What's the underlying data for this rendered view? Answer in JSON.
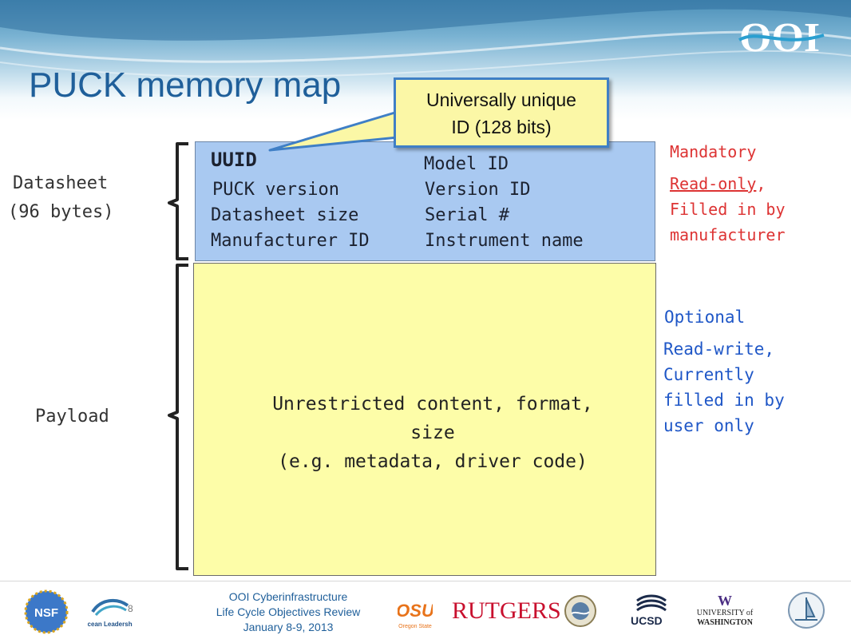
{
  "slide": {
    "title": "PUCK memory map"
  },
  "callout": {
    "line1": "Universally unique",
    "line2": "ID (128 bits)"
  },
  "datasheet": {
    "uuid": "UUID",
    "fields_left": [
      "PUCK version",
      "Datasheet size",
      "Manufacturer ID"
    ],
    "fields_right": [
      "Model ID",
      "Version ID",
      "Serial #",
      "Instrument name"
    ],
    "side_label_line1": "Datasheet",
    "side_label_line2": "(96 bytes)",
    "note_heading": "Mandatory",
    "note_readonly": "Read-only",
    "note_comma": ",",
    "note_line2": "Filled in by",
    "note_line3": "manufacturer"
  },
  "payload": {
    "line1": "Unrestricted content, format,",
    "line2": "size",
    "line3": "(e.g. metadata, driver code)",
    "side_label": "Payload",
    "note_heading": "Optional",
    "note_line1": "Read-write,",
    "note_line2": "Currently",
    "note_line3": "filled in by",
    "note_line4": "user only"
  },
  "footer": {
    "line1": "OOI Cyberinfrastructure",
    "line2": "Life Cycle Objectives Review",
    "line3": "January 8-9, 2013",
    "page_number": "8",
    "logos": {
      "nsf": "NSF",
      "ocean_leadership": "Ocean Leadership",
      "osu": "OSU",
      "osu_sub": "Oregon State",
      "rutgers": "RUTGERS",
      "ucsd": "UCSD",
      "uw_line1": "UNIVERSITY of",
      "uw_line2": "WASHINGTON",
      "uw_mark": "W"
    }
  },
  "brand": {
    "ooi_logo": "OOI"
  },
  "colors": {
    "title": "#1f5f9a",
    "datasheet_fill": "#a9c9f1",
    "payload_fill": "#fdfda8",
    "callout_fill": "#fbf7a6",
    "callout_border": "#3f7fc6",
    "mandatory_text": "#d33333",
    "optional_text": "#1f57c7"
  }
}
